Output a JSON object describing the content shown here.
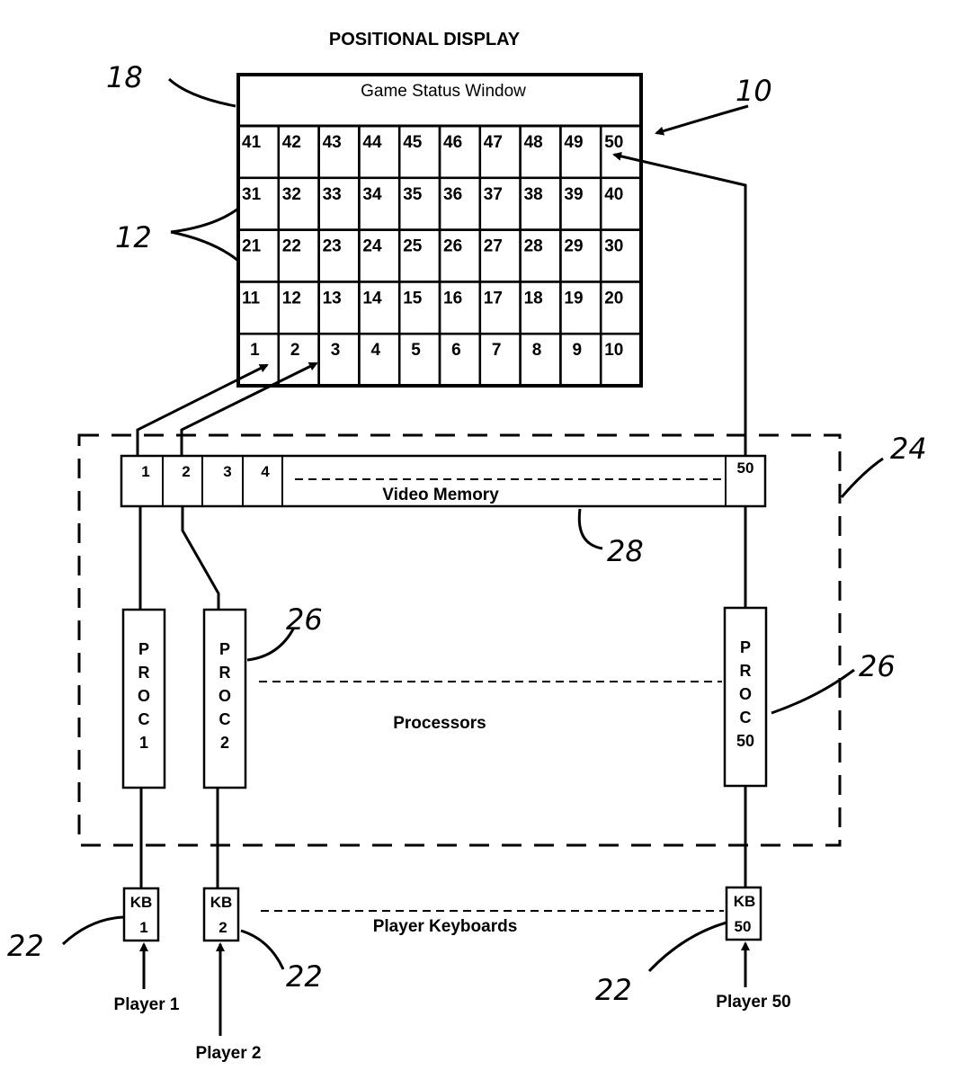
{
  "title": "POSITIONAL DISPLAY",
  "display": {
    "status_window_label": "Game Status Window",
    "grid_rows": [
      [
        "41",
        "42",
        "43",
        "44",
        "45",
        "46",
        "47",
        "48",
        "49",
        "50"
      ],
      [
        "31",
        "32",
        "33",
        "34",
        "35",
        "36",
        "37",
        "38",
        "39",
        "40"
      ],
      [
        "21",
        "22",
        "23",
        "24",
        "25",
        "26",
        "27",
        "28",
        "29",
        "30"
      ],
      [
        "11",
        "12",
        "13",
        "14",
        "15",
        "16",
        "17",
        "18",
        "19",
        "20"
      ],
      [
        "1",
        "2",
        "3",
        "4",
        "5",
        "6",
        "7",
        "8",
        "9",
        "10"
      ]
    ]
  },
  "video_memory": {
    "label": "Video Memory",
    "cells": [
      "1",
      "2",
      "3",
      "4"
    ],
    "last_cell": "50"
  },
  "processors": {
    "label": "Processors",
    "units": [
      {
        "letters": [
          "P",
          "R",
          "O",
          "C",
          "1"
        ]
      },
      {
        "letters": [
          "P",
          "R",
          "O",
          "C",
          "2"
        ]
      },
      {
        "letters": [
          "P",
          "R",
          "O",
          "C",
          "50"
        ]
      }
    ]
  },
  "keyboards": {
    "label": "Player Keyboards",
    "units": [
      {
        "line1": "KB",
        "line2": "1"
      },
      {
        "line1": "KB",
        "line2": "2"
      },
      {
        "line1": "KB",
        "line2": "50"
      }
    ]
  },
  "players": [
    "Player 1",
    "Player 2",
    "Player 50"
  ],
  "reference_numerals": {
    "display": "10",
    "grid": "12",
    "status_window": "18",
    "keyboard_left": "22",
    "keyboard_mid": "22",
    "keyboard_right": "22",
    "system": "24",
    "proc_left": "26",
    "proc_right": "26",
    "video_memory": "28"
  }
}
